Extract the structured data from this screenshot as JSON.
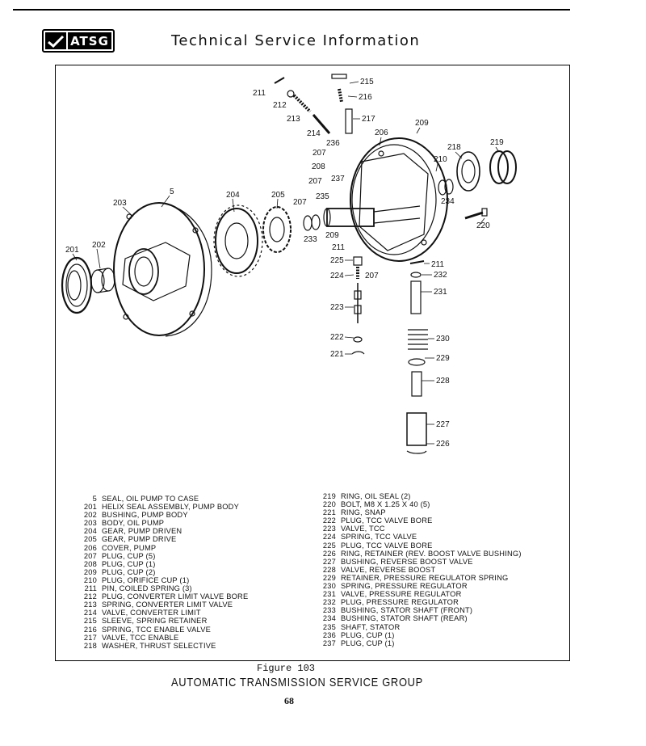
{
  "header": {
    "logo_text": "ATSG",
    "title": "Technical Service Information"
  },
  "figure": {
    "callouts": [
      {
        "id": "c5",
        "text": "5"
      },
      {
        "id": "c201",
        "text": "201"
      },
      {
        "id": "c202",
        "text": "202"
      },
      {
        "id": "c203",
        "text": "203"
      },
      {
        "id": "c204",
        "text": "204"
      },
      {
        "id": "c205",
        "text": "205"
      },
      {
        "id": "c206",
        "text": "206"
      },
      {
        "id": "c207a",
        "text": "207"
      },
      {
        "id": "c207b",
        "text": "207"
      },
      {
        "id": "c207c",
        "text": "207"
      },
      {
        "id": "c207d",
        "text": "207"
      },
      {
        "id": "c208",
        "text": "208"
      },
      {
        "id": "c209a",
        "text": "209"
      },
      {
        "id": "c209b",
        "text": "209"
      },
      {
        "id": "c210",
        "text": "210"
      },
      {
        "id": "c211a",
        "text": "211"
      },
      {
        "id": "c211b",
        "text": "211"
      },
      {
        "id": "c211c",
        "text": "211"
      },
      {
        "id": "c212",
        "text": "212"
      },
      {
        "id": "c213",
        "text": "213"
      },
      {
        "id": "c214",
        "text": "214"
      },
      {
        "id": "c215",
        "text": "215"
      },
      {
        "id": "c216",
        "text": "216"
      },
      {
        "id": "c217",
        "text": "217"
      },
      {
        "id": "c218",
        "text": "218"
      },
      {
        "id": "c219",
        "text": "219"
      },
      {
        "id": "c220",
        "text": "220"
      },
      {
        "id": "c221",
        "text": "221"
      },
      {
        "id": "c222",
        "text": "222"
      },
      {
        "id": "c223",
        "text": "223"
      },
      {
        "id": "c224",
        "text": "224"
      },
      {
        "id": "c225",
        "text": "225"
      },
      {
        "id": "c226",
        "text": "226"
      },
      {
        "id": "c227",
        "text": "227"
      },
      {
        "id": "c228",
        "text": "228"
      },
      {
        "id": "c229",
        "text": "229"
      },
      {
        "id": "c230",
        "text": "230"
      },
      {
        "id": "c231",
        "text": "231"
      },
      {
        "id": "c232",
        "text": "232"
      },
      {
        "id": "c233",
        "text": "233"
      },
      {
        "id": "c234",
        "text": "234"
      },
      {
        "id": "c235",
        "text": "235"
      },
      {
        "id": "c236",
        "text": "236"
      },
      {
        "id": "c237",
        "text": "237"
      }
    ]
  },
  "legend_left": [
    {
      "num": "5",
      "desc": "SEAL, OIL PUMP TO CASE"
    },
    {
      "num": "201",
      "desc": "HELIX SEAL ASSEMBLY, PUMP BODY"
    },
    {
      "num": "202",
      "desc": "BUSHING, PUMP BODY"
    },
    {
      "num": "203",
      "desc": "BODY, OIL PUMP"
    },
    {
      "num": "204",
      "desc": "GEAR, PUMP DRIVEN"
    },
    {
      "num": "205",
      "desc": "GEAR, PUMP DRIVE"
    },
    {
      "num": "206",
      "desc": "COVER, PUMP"
    },
    {
      "num": "207",
      "desc": "PLUG, CUP (5)"
    },
    {
      "num": "208",
      "desc": "PLUG, CUP (1)"
    },
    {
      "num": "209",
      "desc": "PLUG, CUP (2)"
    },
    {
      "num": "210",
      "desc": "PLUG, ORIFICE CUP (1)"
    },
    {
      "num": "211",
      "desc": "PIN, COILED SPRING (3)"
    },
    {
      "num": "212",
      "desc": "PLUG, CONVERTER LIMIT VALVE BORE"
    },
    {
      "num": "213",
      "desc": "SPRING, CONVERTER LIMIT VALVE"
    },
    {
      "num": "214",
      "desc": "VALVE, CONVERTER LIMIT"
    },
    {
      "num": "215",
      "desc": "SLEEVE, SPRING RETAINER"
    },
    {
      "num": "216",
      "desc": "SPRING, TCC ENABLE VALVE"
    },
    {
      "num": "217",
      "desc": "VALVE, TCC ENABLE"
    },
    {
      "num": "218",
      "desc": "WASHER, THRUST SELECTIVE"
    }
  ],
  "legend_right": [
    {
      "num": "219",
      "desc": "RING, OIL SEAL (2)"
    },
    {
      "num": "220",
      "desc": "BOLT, M8 X 1.25 X 40 (5)"
    },
    {
      "num": "221",
      "desc": "RING, SNAP"
    },
    {
      "num": "222",
      "desc": "PLUG, TCC VALVE BORE"
    },
    {
      "num": "223",
      "desc": "VALVE, TCC"
    },
    {
      "num": "224",
      "desc": "SPRING, TCC VALVE"
    },
    {
      "num": "225",
      "desc": "PLUG, TCC VALVE BORE"
    },
    {
      "num": "226",
      "desc": "RING, RETAINER (REV. BOOST VALVE BUSHING)"
    },
    {
      "num": "227",
      "desc": "BUSHING, REVERSE BOOST VALVE"
    },
    {
      "num": "228",
      "desc": "VALVE, REVERSE BOOST"
    },
    {
      "num": "229",
      "desc": "RETAINER, PRESSURE REGULATOR SPRING"
    },
    {
      "num": "230",
      "desc": "SPRING, PRESSURE REGULATOR"
    },
    {
      "num": "231",
      "desc": "VALVE, PRESSURE REGULATOR"
    },
    {
      "num": "232",
      "desc": "PLUG, PRESSURE REGULATOR"
    },
    {
      "num": "233",
      "desc": "BUSHING, STATOR SHAFT (FRONT)"
    },
    {
      "num": "234",
      "desc": "BUSHING, STATOR SHAFT (REAR)"
    },
    {
      "num": "235",
      "desc": "SHAFT, STATOR"
    },
    {
      "num": "236",
      "desc": "PLUG, CUP (1)"
    },
    {
      "num": "237",
      "desc": "PLUG, CUP (1)"
    }
  ],
  "caption": "Figure 103",
  "footer": {
    "title": "AUTOMATIC TRANSMISSION SERVICE GROUP",
    "page": "68"
  }
}
